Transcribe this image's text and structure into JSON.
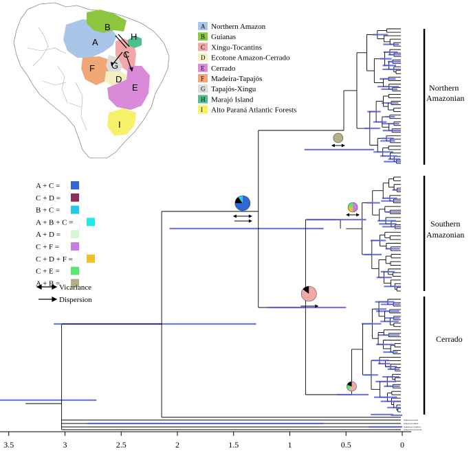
{
  "regions": [
    {
      "code": "A",
      "name": "Northern Amazon",
      "color": "#a9c6e8"
    },
    {
      "code": "B",
      "name": "Guianas",
      "color": "#8cc63e"
    },
    {
      "code": "C",
      "name": "Xingu-Tocantins",
      "color": "#f2a8a8"
    },
    {
      "code": "D",
      "name": "Ecotone Amazon-Cerrado",
      "color": "#f4efc2"
    },
    {
      "code": "E",
      "name": "Cerrado",
      "color": "#d98ad9"
    },
    {
      "code": "F",
      "name": "Madeira-Tapajós",
      "color": "#efa777"
    },
    {
      "code": "G",
      "name": "Tapajós-Xingu",
      "color": "#dcdcdc"
    },
    {
      "code": "H",
      "name": "Marajó Island",
      "color": "#4fbf8f"
    },
    {
      "code": "I",
      "name": "Alto Paraná Atlantic Forests",
      "color": "#f6f06a"
    }
  ],
  "combinations": [
    {
      "label": "A + C =",
      "color": "#2f66d8"
    },
    {
      "label": "C + D =",
      "color": "#8b2f5a"
    },
    {
      "label": "B + C =",
      "color": "#22c9e8"
    },
    {
      "label": "A + B + C =",
      "color": "#22e8ee"
    },
    {
      "label": "A + D =",
      "color": "#d6f5d3"
    },
    {
      "label": "C + F =",
      "color": "#c77ee0"
    },
    {
      "label": "C + D + F =",
      "color": "#f0c02a"
    },
    {
      "label": "C + E =",
      "color": "#5be86f"
    },
    {
      "label": "A + B =",
      "color": "#b3b085"
    }
  ],
  "legend": {
    "vicariance": "Vicariance",
    "dispersion": "Dispersion"
  },
  "clades": [
    {
      "name": "Northern Amazonian",
      "line1": "Northern",
      "line2": "Amazonian"
    },
    {
      "name": "Southern Amazonian",
      "line1": "Southern",
      "line2": "Amazonian"
    },
    {
      "name": "Cerrado",
      "line1": "Cerrado",
      "line2": ""
    }
  ],
  "axis": {
    "ticks": [
      "3.5",
      "3",
      "2.5",
      "2",
      "1.5",
      "1",
      "0.5",
      "0"
    ]
  },
  "tree": {
    "nodes": [
      {
        "id": "root",
        "age": 3.03
      },
      {
        "id": "n2",
        "age": 2.14
      },
      {
        "id": "n3",
        "age": 1.28
      },
      {
        "id": "n4",
        "age": 0.86
      },
      {
        "id": "n5",
        "age": 0.55
      },
      {
        "id": "n6",
        "age": 0.82
      },
      {
        "id": "n7",
        "age": 0.45
      }
    ],
    "outgroups": [
      "Hylaeamys acritus",
      "Hylaeamys tatiana",
      "Hylaeamys yunganus",
      "Hylaeamys perenensis"
    ],
    "ancestral_states": [
      {
        "node": "n3",
        "event": "vicariance",
        "slices": [
          {
            "color": "#2f66d8",
            "value": 0.75
          },
          {
            "color": "#000000",
            "value": 0.15
          },
          {
            "color": "#22c9e8",
            "value": 0.1
          }
        ]
      },
      {
        "node": "northern",
        "event": "vicariance",
        "slices": [
          {
            "color": "#b3b085",
            "value": 1.0
          }
        ]
      },
      {
        "node": "southern",
        "event": "vicariance",
        "slices": [
          {
            "color": "#c77ee0",
            "value": 0.5
          },
          {
            "color": "#f0c02a",
            "value": 0.25
          },
          {
            "color": "#5be86f",
            "value": 0.25
          }
        ]
      },
      {
        "node": "n6",
        "event": "dispersion",
        "slices": [
          {
            "color": "#f2a8a8",
            "value": 0.85
          },
          {
            "color": "#000000",
            "value": 0.15
          }
        ]
      },
      {
        "node": "n7",
        "event": "dispersion",
        "slices": [
          {
            "color": "#f2a8a8",
            "value": 0.6
          },
          {
            "color": "#5be86f",
            "value": 0.2
          },
          {
            "color": "#000000",
            "value": 0.2
          }
        ]
      }
    ]
  }
}
